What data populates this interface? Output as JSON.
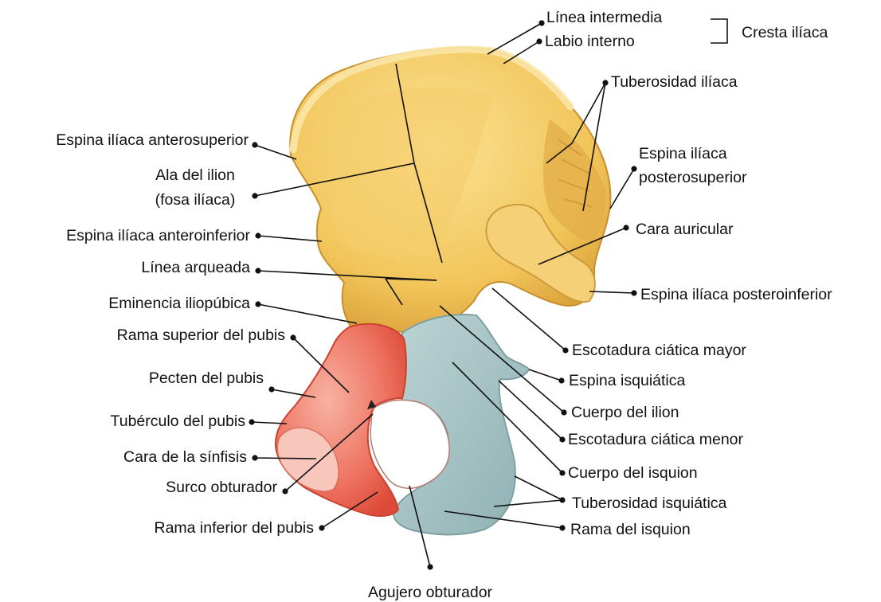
{
  "colors": {
    "ilium": "#f2c55a",
    "ilium_shade": "#e0a83c",
    "ilium_light": "#fbe08c",
    "pubis": "#ee6f5c",
    "pubis_light": "#f7a99a",
    "ischium": "#a9c6c6",
    "ischium_shade": "#89aeb0",
    "leader": "#111111"
  },
  "labels": {
    "linea_intermedia": "Línea intermedia",
    "labio_interno": "Labio interno",
    "cresta_iliaca": "Cresta ilíaca",
    "tuberosidad_iliaca": "Tuberosidad ilíaca",
    "espina_anterosuperior": "Espina ilíaca anterosuperior",
    "ala_ilion_1": "Ala del ilion",
    "ala_ilion_2": "(fosa ilíaca)",
    "espina_posterosuperior_1": "Espina ilíaca",
    "espina_posterosuperior_2": "posterosuperior",
    "espina_anteroinferior": "Espina ilíaca anteroinferior",
    "cara_auricular": "Cara auricular",
    "linea_arqueada": "Línea arqueada",
    "espina_posteroinferior": "Espina ilíaca posteroinferior",
    "eminencia_iliopubica": "Eminencia iliopúbica",
    "escotadura_mayor": "Escotadura ciática mayor",
    "rama_superior_pubis": "Rama superior del pubis",
    "espina_isquiatica": "Espina isquiática",
    "pecten_pubis": "Pecten del pubis",
    "cuerpo_ilion": "Cuerpo del ilion",
    "tuberculo_pubis": "Tubérculo del pubis",
    "escotadura_menor": "Escotadura ciática menor",
    "cara_sinfisis": "Cara de la sínfisis",
    "cuerpo_isquion": "Cuerpo del isquion",
    "surco_obturador": "Surco obturador",
    "tuberosidad_isquiatica": "Tuberosidad isquiática",
    "rama_inferior_pubis": "Rama inferior del pubis",
    "rama_isquion": "Rama del isquion",
    "agujero_obturador": "Agujero obturador"
  }
}
